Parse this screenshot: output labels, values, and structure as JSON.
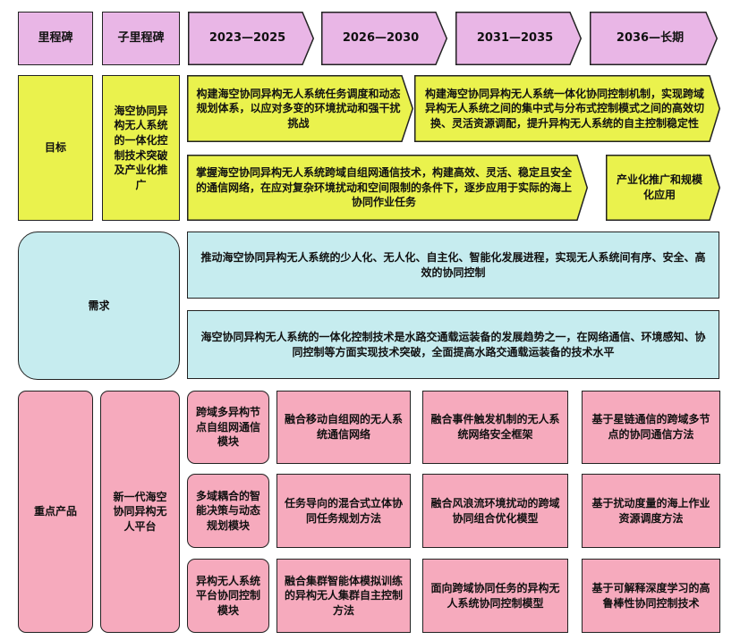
{
  "header": {
    "milestone": "里程碑",
    "sub_milestone": "子里程碑",
    "periods": [
      "2023—2025",
      "2026—2030",
      "2031—2035",
      "2036—长期"
    ]
  },
  "goals": {
    "label": "目标",
    "sub_label": "海空协同异构无人系统的一体化控制技术突破及产业化推广",
    "items": [
      "构建海空协同异构无人系统任务调度和动态规划体系，以应对多变的环境扰动和强干扰挑战",
      "构建海空协同异构无人系统一体化协同控制机制，实现跨域异构无人系统之间的集中式与分布式控制模式之间的高效切换、灵活资源调配，提升异构无人系统的自主控制稳定性",
      "掌握海空协同异构无人系统跨域自组网通信技术，构建高效、灵活、稳定且安全的通信网络，在应对复杂环境扰动和空间限制的条件下，逐步应用于实际的海上协同作业任务",
      "产业化推广和规模化应用"
    ]
  },
  "needs": {
    "label": "需求",
    "items": [
      "推动海空协同异构无人系统的少人化、无人化、自主化、智能化发展进程，实现无人系统间有序、安全、高效的协同控制",
      "海空协同异构无人系统的一体化控制技术是水路交通载运装备的发展趋势之一，在网络通信、环境感知、协同控制等方面实现技术突破，全面提高水路交通载运装备的技术水平"
    ]
  },
  "products": {
    "label": "重点产品",
    "sub_label": "新一代海空协同异构无人平台",
    "rows": [
      [
        "跨域多异构节点自组网通信模块",
        "融合移动自组网的无人系统通信网络",
        "融合事件触发机制的无人系统网络安全框架",
        "基于星链通信的跨域多节点的协同通信方法"
      ],
      [
        "多域耦合的智能决策与动态规划模块",
        "任务导向的混合式立体协同任务规划方法",
        "融合风浪流环境扰动的跨域协同组合优化模型",
        "基于扰动度量的海上作业资源调度方法"
      ],
      [
        "异构无人系统平台协同控制模块",
        "融合集群智能体模拟训练的异构无人集群自主控制方法",
        "面向跨域协同任务的异构无人系统协同控制模型",
        "基于可解释深度学习的高鲁棒性协同控制技术"
      ]
    ]
  }
}
